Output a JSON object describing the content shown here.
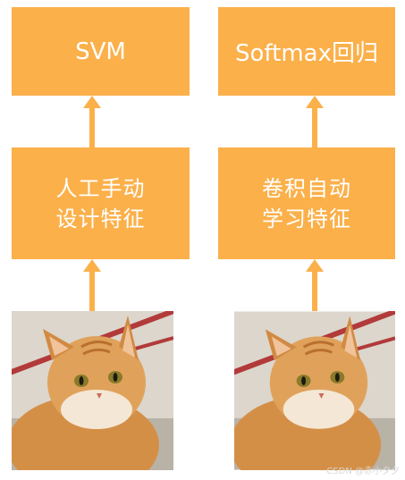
{
  "left_column": {
    "top_label": "SVM",
    "mid_line1": "人工手动",
    "mid_line2": "设计特征"
  },
  "right_column": {
    "top_label": "Softmax回归",
    "mid_line1": "卷积自动",
    "mid_line2": "学习特征"
  },
  "watermark": "CSDN @赤小夕夕",
  "colors": {
    "box": "#fbb04a",
    "arrow": "#fbb04a",
    "text": "#ffffff"
  },
  "icons": {
    "arrow": "up-arrow-icon",
    "image": "cat-photo"
  }
}
